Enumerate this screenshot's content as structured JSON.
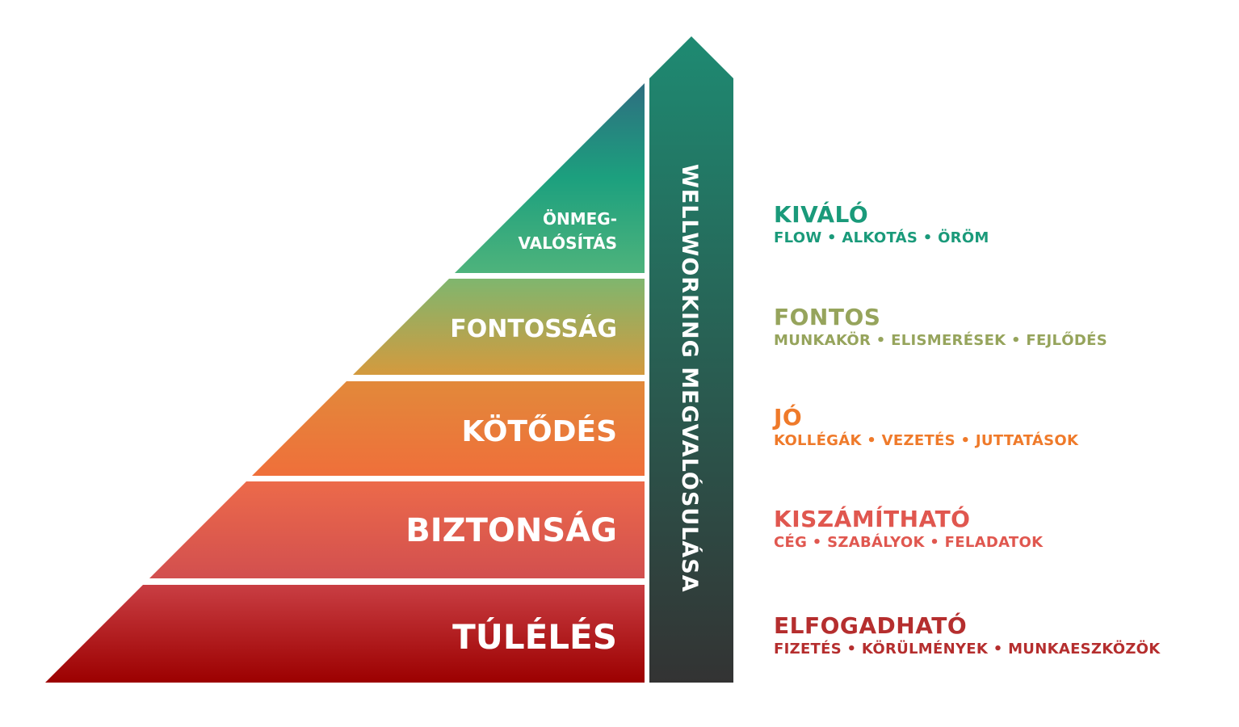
{
  "pyramid": {
    "levels": [
      {
        "label_lines": [
          "ÖNMEG-",
          "VALÓSÍTÁS"
        ],
        "colors": [
          "#2e6e80",
          "#1ca07e",
          "#4eb37c"
        ]
      },
      {
        "label_lines": [
          "FONTOSSÁG"
        ],
        "colors": [
          "#7fb66e",
          "#d49a3e"
        ]
      },
      {
        "label_lines": [
          "KÖTŐDÉS"
        ],
        "colors": [
          "#e2893a",
          "#ef6f3a"
        ]
      },
      {
        "label_lines": [
          "BIZTONSÁG"
        ],
        "colors": [
          "#ec6a4a",
          "#d24f4f"
        ]
      },
      {
        "label_lines": [
          "TÚLÉLÉS"
        ],
        "colors": [
          "#c93e43",
          "#9c0000"
        ]
      }
    ]
  },
  "arrow": {
    "label": "WELLWORKING MEGVALÓSULÁSA",
    "colors": [
      "#1e8a72",
      "#333333"
    ]
  },
  "ratings": [
    {
      "title": "KIVÁLÓ",
      "items": "FLOW • ALKOTÁS • ÖRÖM",
      "color": "#1a9a7a"
    },
    {
      "title": "FONTOS",
      "items": "MUNKAKÖR • ELISMERÉSEK • FEJLŐDÉS",
      "color": "#96a45c"
    },
    {
      "title": "JÓ",
      "items": "KOLLÉGÁK • VEZETÉS • JUTTATÁSOK",
      "color": "#ef7a2a"
    },
    {
      "title": "KISZÁMÍTHATÓ",
      "items": "CÉG • SZABÁLYOK • FELADATOK",
      "color": "#e0574f"
    },
    {
      "title": "ELFOGADHATÓ",
      "items": "FIZETÉS • KÖRÜLMÉNYEK • MUNKAESZKÖZÖK",
      "color": "#b52e2e"
    }
  ]
}
